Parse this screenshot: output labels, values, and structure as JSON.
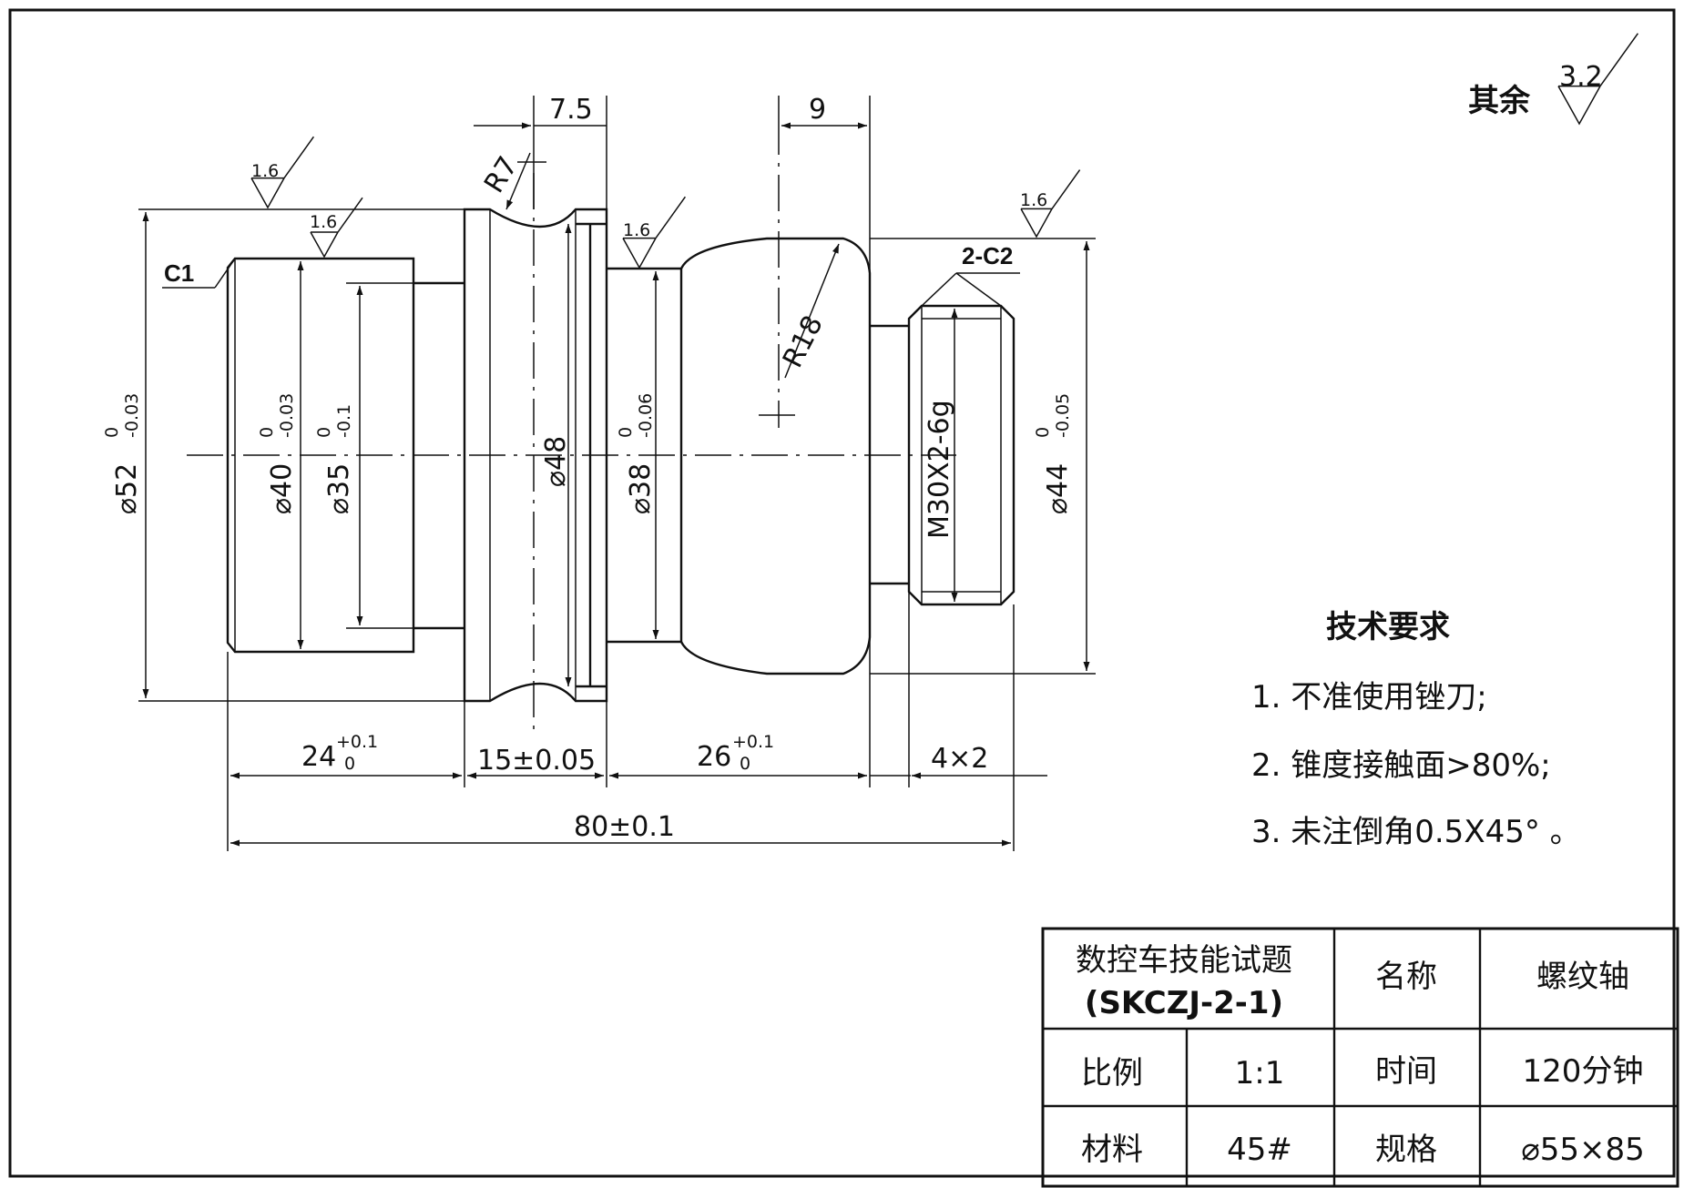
{
  "surface_finish": {
    "rest_label": "其余",
    "rest_value": "3.2",
    "marks": [
      "1.6",
      "1.6",
      "1.6",
      "1.6"
    ]
  },
  "callouts": {
    "c1": "C1",
    "c2": "2-C2",
    "r7": "R7",
    "r18": "R18"
  },
  "dimensions": {
    "top_7_5": "7.5",
    "top_9": "9",
    "d52": {
      "main": "⌀52",
      "upper": "0",
      "lower": "-0.03"
    },
    "d40": {
      "main": "⌀40",
      "upper": "0",
      "lower": "-0.03"
    },
    "d35": {
      "main": "⌀35",
      "upper": "0",
      "lower": "-0.1"
    },
    "d48": {
      "main": "⌀48"
    },
    "d38": {
      "main": "⌀38",
      "upper": "0",
      "lower": "-0.06"
    },
    "thread": {
      "main": "M30X2-6g"
    },
    "d44": {
      "main": "⌀44",
      "upper": "0",
      "lower": "-0.05"
    },
    "len24": {
      "main": "24",
      "upper": "+0.1",
      "lower": "0"
    },
    "len15": {
      "main": "15±0.05"
    },
    "len26": {
      "main": "26",
      "upper": "+0.1",
      "lower": "0"
    },
    "len4x2": {
      "main": "4×2"
    },
    "len80": {
      "main": "80±0.1"
    }
  },
  "tech_requirements": {
    "title": "技术要求",
    "items": [
      "1. 不准使用锉刀;",
      "2. 锥度接触面>80%;",
      "3. 未注倒角0.5X45° 。"
    ]
  },
  "title_block": {
    "exam_title": "数控车技能试题",
    "exam_code": "(SKCZJ-2-1)",
    "name_label": "名称",
    "name_value": "螺纹轴",
    "scale_label": "比例",
    "scale_value": "1:1",
    "time_label": "时间",
    "time_value": "120分钟",
    "material_label": "材料",
    "material_value": "45#",
    "spec_label": "规格",
    "spec_value": "⌀55×85"
  }
}
